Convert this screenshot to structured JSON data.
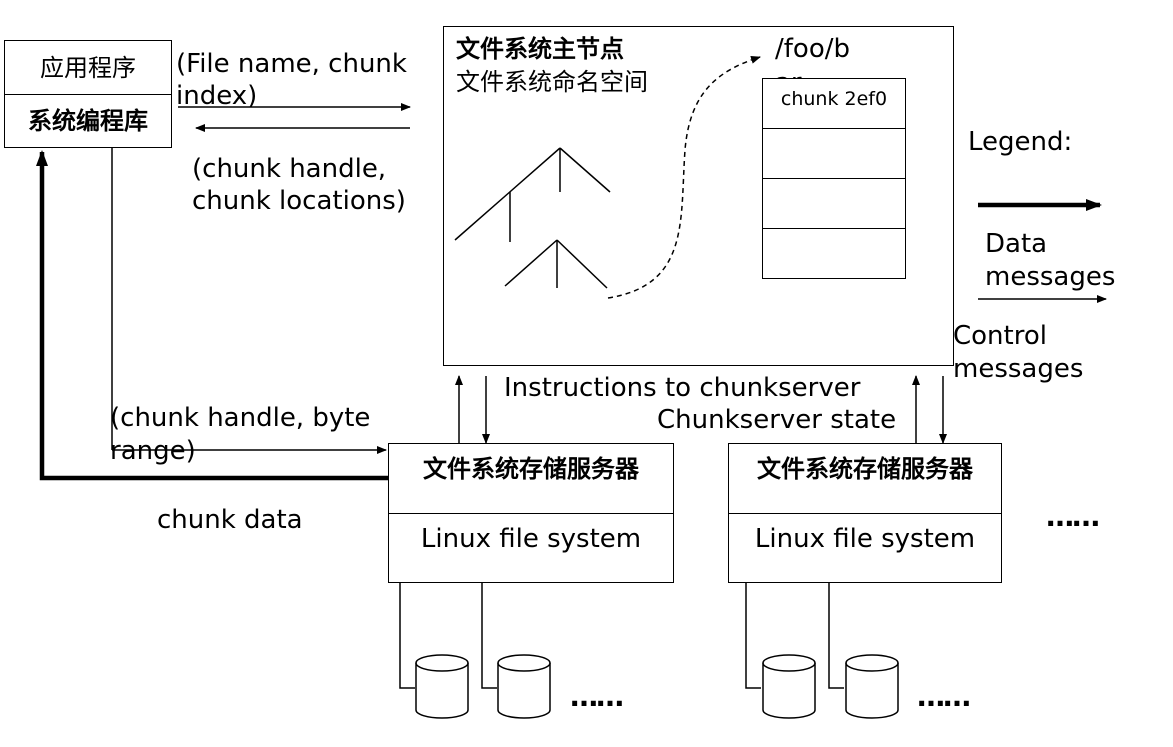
{
  "client": {
    "app_label": "应用程序",
    "lib_label": "系统编程库"
  },
  "master": {
    "title": "文件系统主节点",
    "namespace_label": "文件系统命名空间",
    "path_label": "/foo/b",
    "path_overflow": "ar",
    "chunk_label": "chunk 2ef0"
  },
  "messages": {
    "request": "(File name, chunk index)",
    "request_line1": "(File name, chunk",
    "request_line2": "index)",
    "reply_line1": "(chunk handle,",
    "reply_line2": "chunk locations)",
    "read_req_line1": "(chunk handle, byte",
    "read_req_line2": "range)",
    "chunk_data": "chunk data",
    "instructions": "Instructions to chunkserver",
    "state": "Chunkserver state"
  },
  "legend": {
    "title": "Legend:",
    "data_line1": "Data",
    "data_line2": "messages",
    "control_line1": "Control",
    "control_line2": "messages"
  },
  "chunkservers": [
    {
      "title": "文件系统存储服务器",
      "fs_label": "Linux file system"
    },
    {
      "title": "文件系统存储服务器",
      "fs_label": "Linux file system"
    }
  ],
  "ellipsis": "……"
}
